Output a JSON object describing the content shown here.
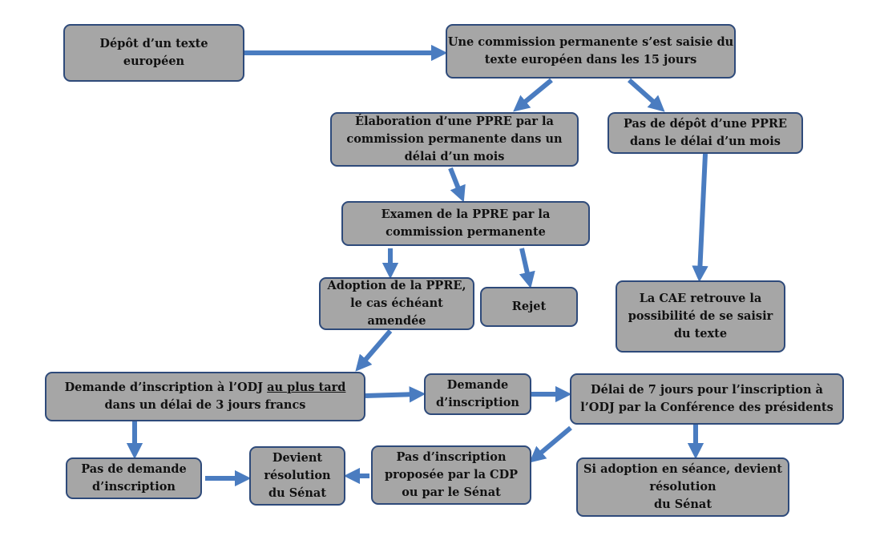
{
  "colors": {
    "box_fill": "#a6a6a6",
    "box_border": "#2e4a7a",
    "arrow": "#4a7cc0",
    "text": "#111111"
  },
  "nodes": {
    "depot": {
      "lines": [
        "Dépôt d’un texte",
        "européen"
      ]
    },
    "saisie": {
      "lines": [
        "Une commission permanente s’est saisie du",
        "texte européen dans les 15 jours"
      ]
    },
    "elaboration": {
      "lines": [
        "Élaboration d’une PPRE par la",
        "commission permanente dans un",
        "délai d’un mois"
      ]
    },
    "pas_depot": {
      "lines": [
        "Pas de dépôt d’une PPRE",
        "dans le délai d’un mois"
      ]
    },
    "examen": {
      "lines": [
        "Examen de la PPRE par la",
        "commission permanente"
      ]
    },
    "adoption": {
      "lines": [
        "Adoption de la PPRE,",
        "le cas échéant",
        "amendée"
      ]
    },
    "rejet": {
      "lines": [
        "Rejet"
      ]
    },
    "cae": {
      "lines": [
        "La CAE retrouve la",
        "possibilité de se saisir",
        "du texte"
      ]
    },
    "demande_odj": {
      "line1": "Demande d’inscription à l’ODJ ",
      "line1_underlined": "au plus tard",
      "line2": "dans un délai de 3 jours francs"
    },
    "demande_inscr": {
      "lines": [
        "Demande",
        "d’inscription"
      ]
    },
    "delai7": {
      "lines": [
        "Délai de 7 jours pour l’inscription à",
        "l’ODJ par la Conférence des présidents"
      ]
    },
    "pas_demande": {
      "lines": [
        "Pas de demande",
        "d’inscription"
      ]
    },
    "devient": {
      "lines": [
        "Devient",
        "résolution",
        "du Sénat"
      ]
    },
    "pas_inscription": {
      "lines": [
        "Pas d’inscription",
        "proposée par la CDP",
        "ou par le Sénat"
      ]
    },
    "si_adoption": {
      "lines": [
        "Si adoption en séance, devient",
        "résolution",
        "du Sénat"
      ]
    }
  }
}
